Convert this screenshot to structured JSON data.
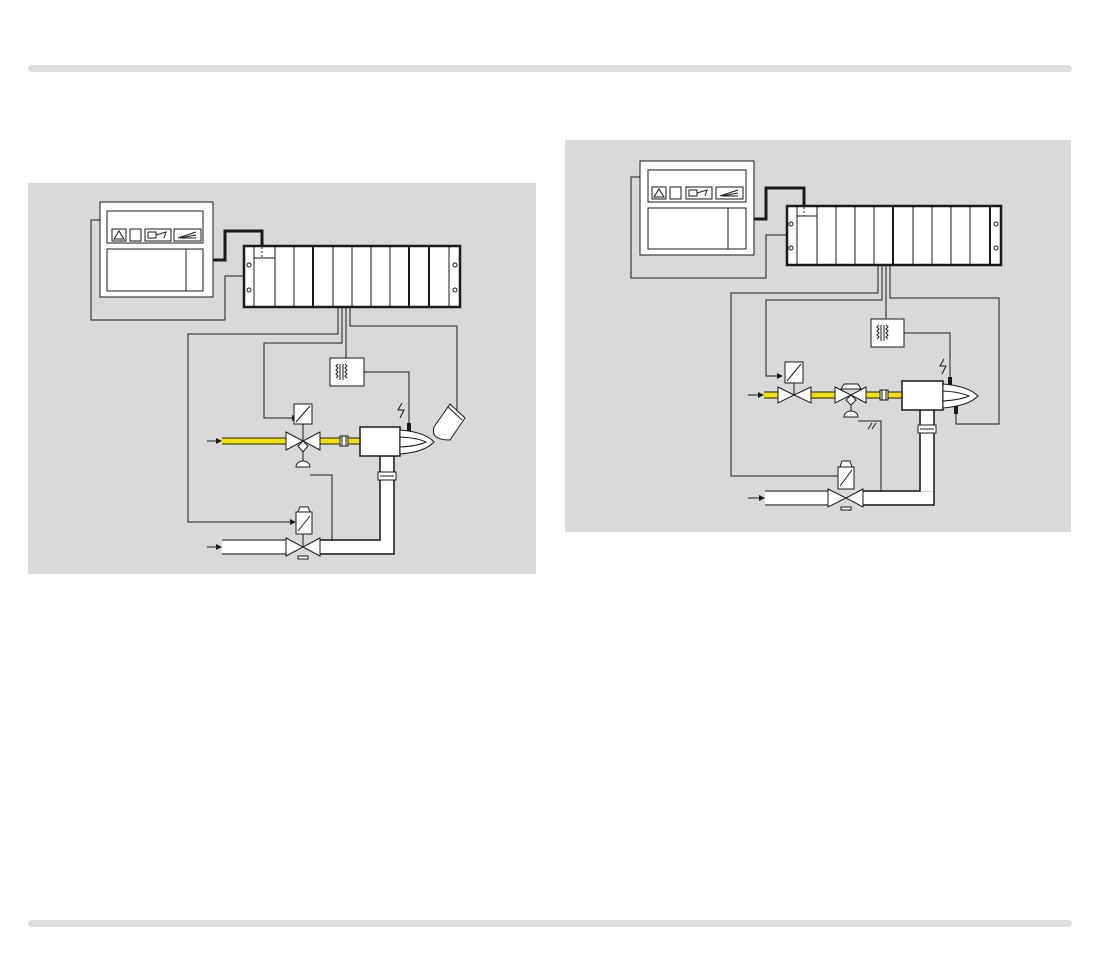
{
  "colors": {
    "panel_background": "#d9d9d9",
    "page_rule": "#dedede",
    "gas_line": "#f5e100",
    "line": "#1a1a1a",
    "component_fill": "#ffffff"
  },
  "diagrams": [
    {
      "id": "left",
      "components": [
        "control-unit",
        "display-panel",
        "rack-cabinet",
        "ignition-transformer",
        "solenoid-valve",
        "gas-valve",
        "burner-head",
        "flame-sensor",
        "air-damper-actuator",
        "air-duct"
      ],
      "icons": [
        "warning-triangle-icon",
        "square-indicator-icon",
        "burner-icon",
        "flame-icon",
        "lightning-icon"
      ]
    },
    {
      "id": "right",
      "components": [
        "control-unit",
        "display-panel",
        "rack-cabinet",
        "ignition-transformer",
        "solenoid-valve",
        "gas-valve",
        "burner-head",
        "air-damper-actuator",
        "air-duct"
      ],
      "icons": [
        "warning-triangle-icon",
        "square-indicator-icon",
        "burner-icon",
        "flame-icon",
        "lightning-icon"
      ]
    }
  ]
}
